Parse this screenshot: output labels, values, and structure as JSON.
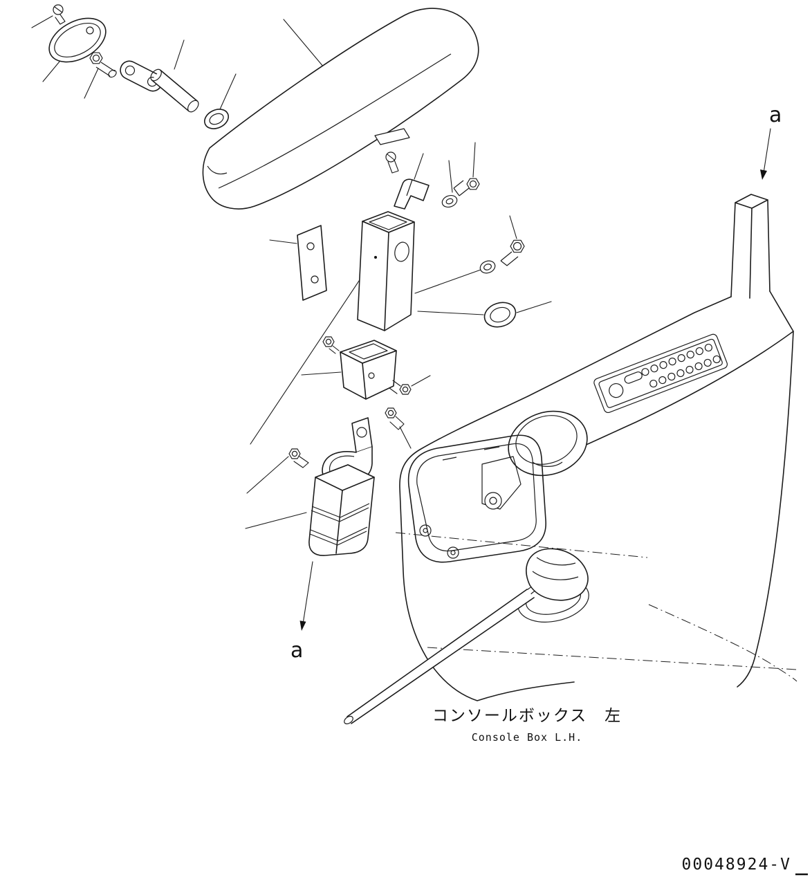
{
  "diagram": {
    "detail_marker_top": "a",
    "detail_marker_bottom": "a"
  },
  "caption": {
    "japanese": "コンソールボックス　左",
    "english": "Console Box L.H."
  },
  "footer": {
    "part_number": "00048924-V"
  }
}
